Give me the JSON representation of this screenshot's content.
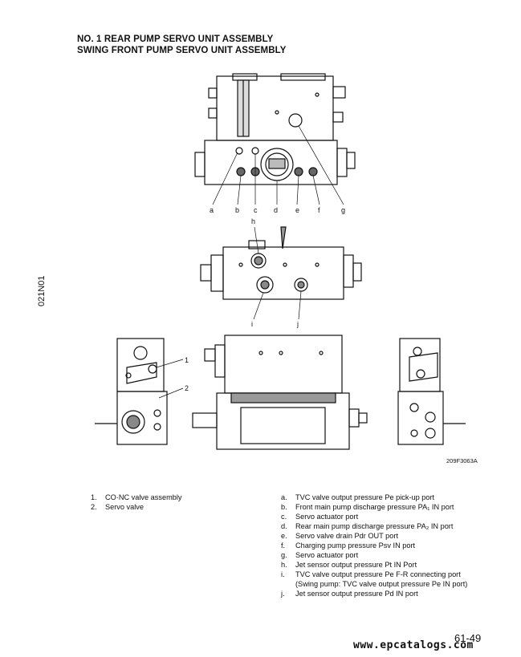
{
  "titles": [
    "NO. 1 REAR PUMP SERVO UNIT ASSEMBLY",
    "SWING FRONT PUMP SERVO UNIT ASSEMBLY"
  ],
  "side_code": "021N01",
  "figure_id": "209F3063A",
  "top_view_labels": [
    "a",
    "b",
    "c",
    "d",
    "e",
    "f",
    "g"
  ],
  "middle_view_labels": [
    "h",
    "i",
    "j"
  ],
  "callouts": [
    "1",
    "2"
  ],
  "legend_numbered": [
    {
      "key": "1.",
      "text": "CO·NC valve assembly"
    },
    {
      "key": "2.",
      "text": "Servo valve"
    }
  ],
  "legend_lettered": [
    {
      "key": "a.",
      "text": "TVC valve output pressure Pe pick-up port"
    },
    {
      "key": "b.",
      "text": "Front main pump discharge pressure PA₁ IN port"
    },
    {
      "key": "c.",
      "text": "Servo actuator port"
    },
    {
      "key": "d.",
      "text": "Rear main pump discharge pressure PA₂ IN port"
    },
    {
      "key": "e.",
      "text": "Servo valve drain Pdr OUT port"
    },
    {
      "key": "f.",
      "text": "Charging pump pressure Psv IN port"
    },
    {
      "key": "g.",
      "text": "Servo actuator port"
    },
    {
      "key": "h.",
      "text": "Jet sensor output pressure Pt IN Port"
    },
    {
      "key": "i.",
      "text": "TVC valve output pressure Pe F-R connecting port"
    },
    {
      "key": "",
      "text": "(Swing pump: TVC valve output pressure Pe IN port)"
    },
    {
      "key": "j.",
      "text": "Jet sensor output pressure Pd IN port"
    }
  ],
  "page_number": "61-49",
  "watermark": "www.epcatalogs.com"
}
